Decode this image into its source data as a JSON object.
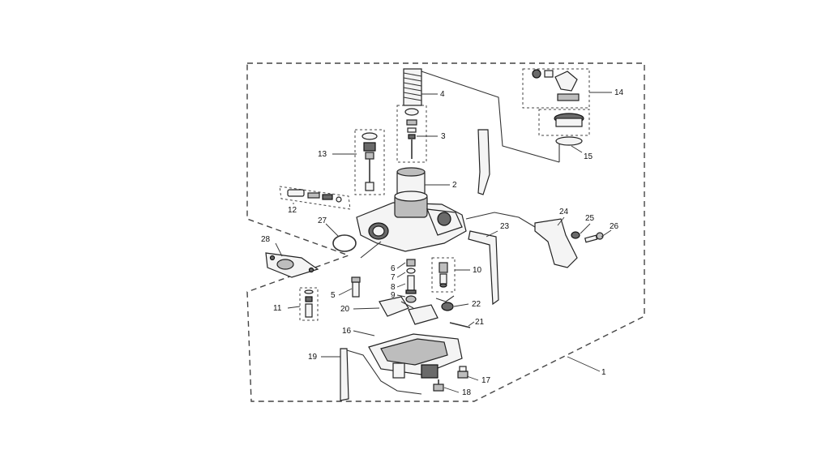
{
  "callouts": {
    "c1": "1",
    "c2": "2",
    "c3": "3",
    "c4": "4",
    "c5": "5",
    "c6": "6",
    "c7": "7",
    "c8": "8",
    "c9": "9",
    "c10": "10",
    "c11": "11",
    "c12": "12",
    "c13": "13",
    "c14": "14",
    "c15": "15",
    "c16": "16",
    "c17": "17",
    "c18": "18",
    "c19": "19",
    "c20": "20",
    "c21": "21",
    "c22": "22",
    "c23": "23",
    "c24": "24",
    "c25": "25",
    "c26": "26",
    "c27": "27",
    "c28": "28"
  },
  "colors": {
    "line": "#333333",
    "fill": "#f4f4f4",
    "background": "#ffffff"
  }
}
